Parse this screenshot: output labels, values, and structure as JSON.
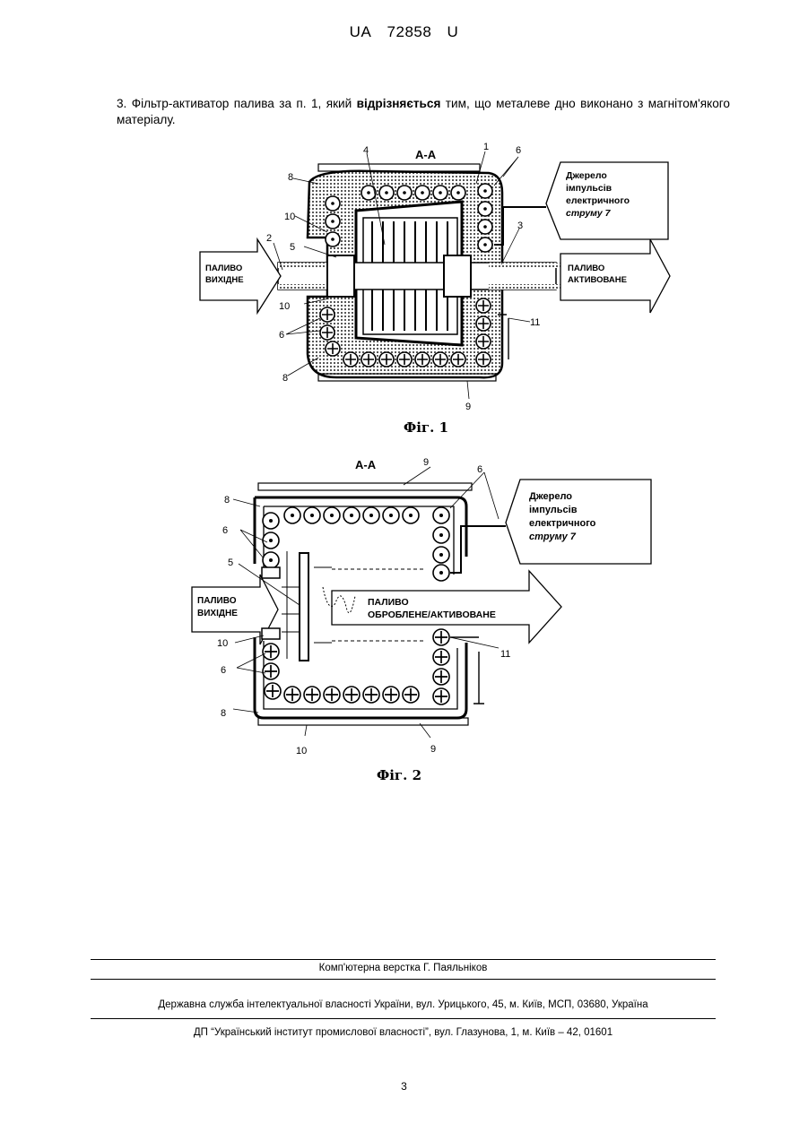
{
  "header": {
    "office": "UA",
    "number": "72858",
    "kind": "U"
  },
  "claim": {
    "prefix": "3. Фільтр-активатор палива за п. 1, який ",
    "bold": "відрізняється",
    "suffix": " тим, що металеве дно виконано з магнітом'якого матеріалу."
  },
  "fig1": {
    "caption": "Фіг. 1",
    "section": "А-А",
    "source_box": [
      "Джерело",
      "імпульсів",
      "електричного",
      "струму 7"
    ],
    "inlet": [
      "ПАЛИВО",
      "ВИХІДНЕ"
    ],
    "outlet": [
      "ПАЛИВО",
      "АКТИВОВАНЕ"
    ],
    "refs": [
      "1",
      "2",
      "3",
      "4",
      "5",
      "6",
      "6",
      "8",
      "8",
      "9",
      "10",
      "10",
      "11"
    ]
  },
  "fig2": {
    "caption": "Фіг. 2",
    "section": "А-А",
    "source_box": [
      "Джерело",
      "імпульсів",
      "електричного",
      "струму 7"
    ],
    "inlet": [
      "ПАЛИВО",
      "ВИХІДНЕ"
    ],
    "outlet": [
      "ПАЛИВО",
      "ОБРОБЛЕНЕ/АКТИВОВАНЕ"
    ],
    "refs": [
      "5",
      "6",
      "6",
      "6",
      "8",
      "8",
      "9",
      "9",
      "10",
      "10",
      "11"
    ]
  },
  "footer": {
    "layout": "Комп'ютерна верстка Г. Паяльніков",
    "service": "Державна служба інтелектуальної власності України, вул. Урицького, 45, м. Київ, МСП, 03680, Україна",
    "institute": "ДП “Український інститут промислової власності”, вул. Глазунова, 1, м. Київ – 42, 01601"
  },
  "page_number": "3"
}
